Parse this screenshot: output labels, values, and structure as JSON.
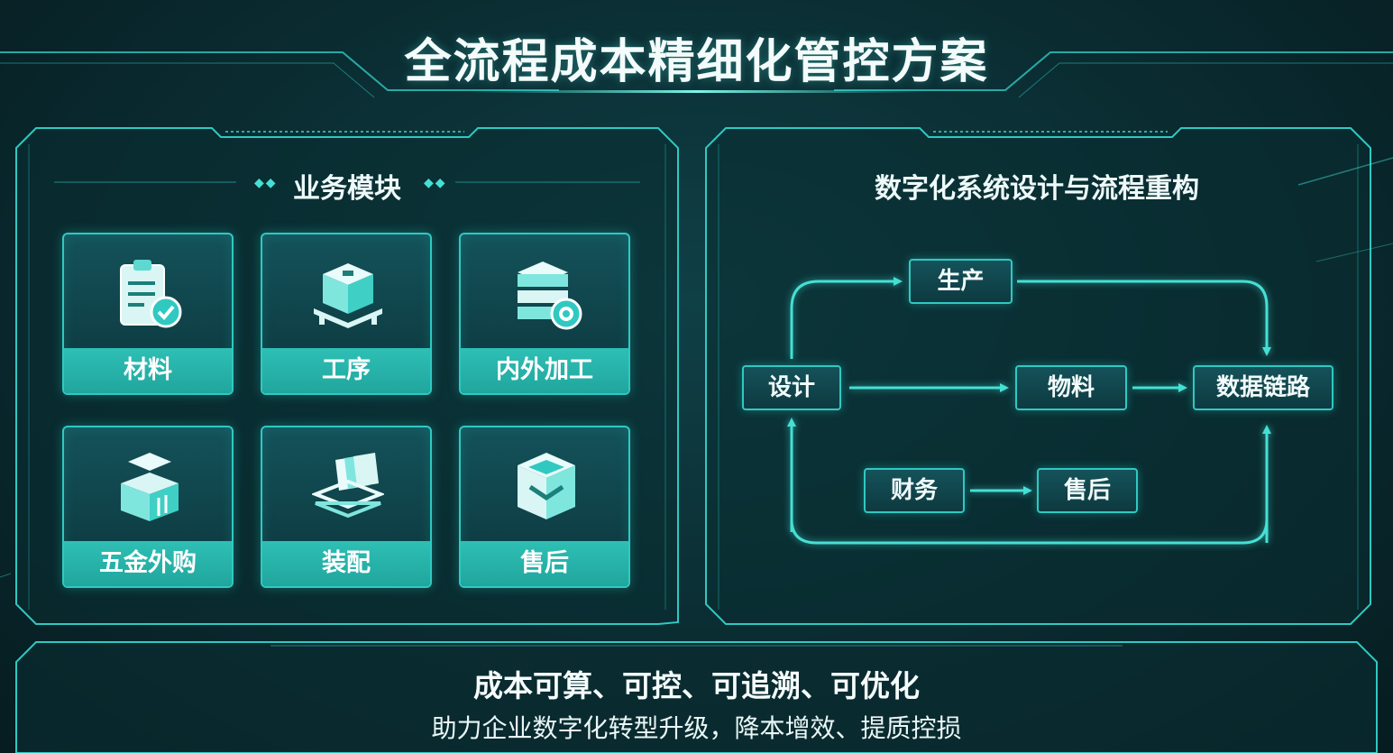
{
  "title": "全流程成本精细化管控方案",
  "left_panel": {
    "title": "业务模块",
    "modules": [
      {
        "label": "材料",
        "icon": "clipboard-check-icon"
      },
      {
        "label": "工序",
        "icon": "process-pallet-icon"
      },
      {
        "label": "内外加工",
        "icon": "gear-stack-icon"
      },
      {
        "label": "五金外购",
        "icon": "purchase-box-icon"
      },
      {
        "label": "装配",
        "icon": "assembly-plates-icon"
      },
      {
        "label": "售后",
        "icon": "after-sale-box-icon"
      }
    ]
  },
  "right_panel": {
    "title": "数字化系统设计与流程重构",
    "nodes": {
      "design": "设计",
      "production": "生产",
      "material": "物料",
      "data_link": "数据链路",
      "finance": "财务",
      "after_sale": "售后"
    }
  },
  "footer": {
    "headline": "成本可算、可控、可追溯、可优化",
    "subline": "助力企业数字化转型升级，降本增效、提质控损"
  },
  "colors": {
    "accent": "#2fc9c2",
    "accent_bright": "#45e0d4",
    "background": "#0a2c31"
  }
}
